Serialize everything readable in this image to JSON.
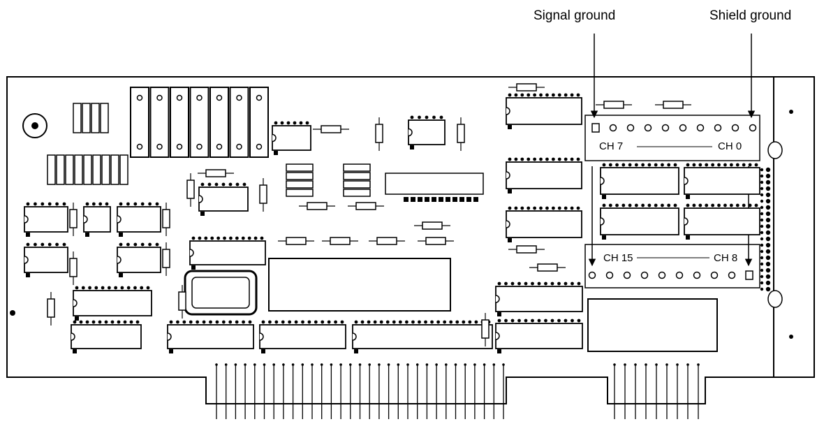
{
  "callouts": {
    "signal_ground": "Signal ground",
    "shield_ground": "Shield ground"
  },
  "connector_labels": {
    "ch7": "CH 7",
    "ch0": "CH 0",
    "ch15": "CH 15",
    "ch8": "CH 8"
  },
  "colors": {
    "ink": "#000000",
    "board": "#ffffff"
  }
}
